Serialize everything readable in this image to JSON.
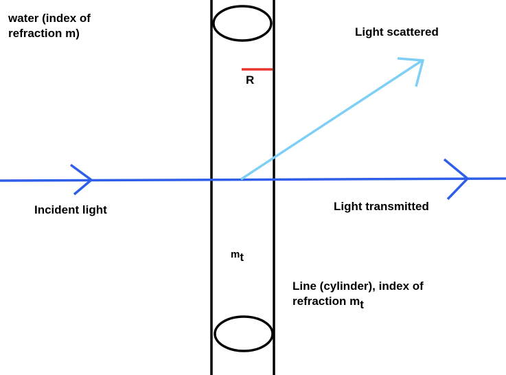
{
  "labels": {
    "water_line1": "water (index of",
    "water_line2": "refraction m)",
    "scattered": "Light scattered",
    "radius": "R",
    "incident": "Incident light",
    "transmitted": "Light transmitted",
    "mt_symbol": "m",
    "mt_subscript": "t",
    "cylinder_line1": "Line (cylinder), index of",
    "cylinder_line2_text": "refraction m",
    "cylinder_line2_subscript": "t"
  },
  "colors": {
    "incident_ray": "#2f5fe8",
    "scattered_ray": "#7dcff5",
    "radius_marker": "#e8362f",
    "outline": "#000000"
  }
}
